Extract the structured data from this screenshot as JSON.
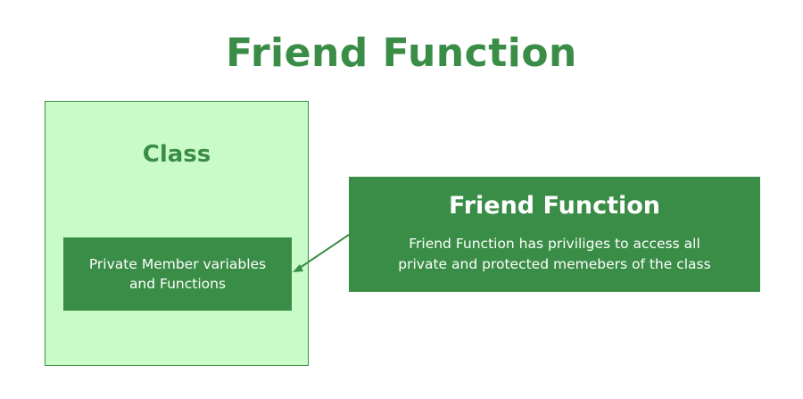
{
  "title": "Friend Function",
  "class_box": {
    "label": "Class",
    "private_label_line1": "Private Member variables",
    "private_label_line2": "and Functions"
  },
  "friend_box": {
    "title": "Friend Function",
    "description_line1": "Friend Function has priviliges to access all",
    "description_line2": "private and protected memebers of the class"
  },
  "colors": {
    "primary_green": "#3a8d46",
    "light_green": "#c9fbc9",
    "background": "#ffffff",
    "text_light": "#ffffff"
  }
}
